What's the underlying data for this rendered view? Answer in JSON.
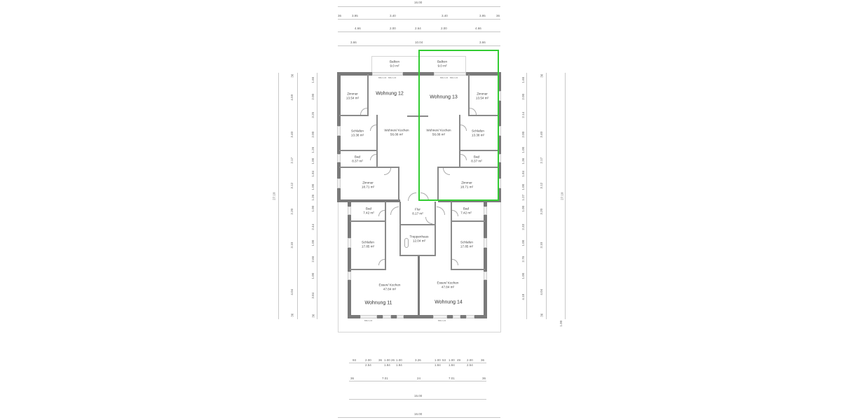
{
  "plan": {
    "type": "floor-plan",
    "highlight_color": "#33cc33",
    "highlighted_unit": "Wohnung 13"
  },
  "dimensions": {
    "top": {
      "overall": "16.00",
      "row1": [
        "36",
        "3.95",
        "3.40",
        "3.40",
        "3.95",
        "36"
      ],
      "row2": [
        "4.66",
        "2.00",
        "2.64",
        "2.00",
        "4.66"
      ],
      "row3": [
        "3.66",
        "10.04",
        "3.66"
      ]
    },
    "bottom": {
      "row1_top": [
        "93",
        "2.00",
        "36",
        "1.00",
        "26",
        "1.00",
        "3.26",
        "1.00",
        "53",
        "1.00",
        "49",
        "2.00",
        "36"
      ],
      "row1_bottom": [
        "2.54",
        "1.84",
        "1.84",
        "1.84",
        "1.84",
        "2.54"
      ],
      "row2": [
        "36",
        "7.01",
        "24",
        "7.01",
        "36"
      ],
      "row3": "15.00",
      "overall": "16.00"
    },
    "left": {
      "overall": "27.10",
      "col2": [
        "36",
        "4.59",
        "3.40",
        "2.17",
        "3.12",
        "2.20",
        "3.10",
        "4.04",
        "36"
      ],
      "col3": [
        "1.66",
        "2.00",
        "1.36",
        "3.25",
        "2.00",
        "1.34",
        "1.26",
        "1.00",
        "1.36",
        "1.84",
        "1.00",
        "1.36",
        "1.26",
        "1.00",
        "1.36",
        "2.44",
        "1.00",
        "1.36",
        "2.66",
        "1.00",
        "76",
        "3.84",
        "36"
      ]
    },
    "right": {
      "overall": "27.10",
      "outer_extra": "1.00",
      "col2": [
        "36",
        "3.40",
        "2.17",
        "3.12",
        "3.20",
        "3.10",
        "4.04",
        "36"
      ],
      "col1": [
        "1.66",
        "2.00",
        "1.36",
        "2.14",
        "2.00",
        "1.34",
        "1.00",
        "1.36",
        "1.84",
        "1.00",
        "1.36",
        "1.27",
        "1.00",
        "1.36",
        "2.33",
        "1.00",
        "1.36",
        "2.76",
        "1.00",
        "76",
        "4.18"
      ]
    }
  },
  "units": [
    {
      "name": "Wohnung 12"
    },
    {
      "name": "Wohnung 13"
    },
    {
      "name": "Wohnung 11"
    },
    {
      "name": "Wohnung 14"
    }
  ],
  "rooms": {
    "w12_balkon": {
      "name": "Balkon",
      "area": "9.0 m²"
    },
    "w13_balkon": {
      "name": "Balkon",
      "area": "9.0 m²"
    },
    "w12_zimmer1": {
      "name": "Zimmer",
      "area": "13.54 m²"
    },
    "w13_zimmer1": {
      "name": "Zimmer",
      "area": "13.54 m²"
    },
    "w12_schlafen": {
      "name": "Schlafen",
      "area": "13.38 m²"
    },
    "w13_schlafen": {
      "name": "Schlafen",
      "area": "13.38 m²"
    },
    "w12_wohnen": {
      "name": "Wohnen/ Kochen",
      "area": "56.08 m²"
    },
    "w13_wohnen": {
      "name": "Wohnen/ Kochen",
      "area": "56.08 m²"
    },
    "w12_bad": {
      "name": "Bad",
      "area": "8.37 m²"
    },
    "w13_bad": {
      "name": "Bad",
      "area": "8.37 m²"
    },
    "w12_zimmer2": {
      "name": "Zimmer",
      "area": "18.71 m²"
    },
    "w13_zimmer2": {
      "name": "Zimmer",
      "area": "18.71 m²"
    },
    "flur": {
      "name": "Flur",
      "area": "8.17 m²"
    },
    "treppenhaus": {
      "name": "Treppenhaus",
      "area": "12.04 m²"
    },
    "w11_bad": {
      "name": "Bad",
      "area": "7.42 m²"
    },
    "w14_bad": {
      "name": "Bad",
      "area": "7.42 m²"
    },
    "w11_schlafen": {
      "name": "Schlafen",
      "area": "17.85 m²"
    },
    "w14_schlafen": {
      "name": "Schlafen",
      "area": "17.85 m²"
    },
    "w11_essen": {
      "name": "Essen/ Kochen",
      "area": "47.84 m²"
    },
    "w14_essen": {
      "name": "Essen/ Kochen",
      "area": "47.84 m²"
    }
  },
  "window_tag": "BRH 1,00"
}
